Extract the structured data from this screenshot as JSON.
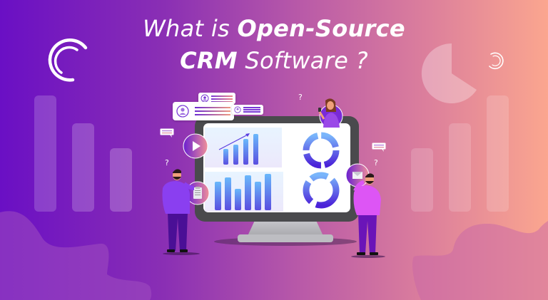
{
  "headline": {
    "line1_light": "What is ",
    "line1_bold": "Open-Source",
    "line2_bold": "CRM",
    "line2_light": " Software ?"
  },
  "decor": {
    "question_mark": "?",
    "left_bars": [
      163,
      124,
      89
    ],
    "right_bars": [
      89,
      124,
      163
    ]
  },
  "monitor": {
    "top_chart_bars": [
      30,
      44,
      52,
      62
    ],
    "bottom_chart_bars": [
      40,
      44,
      30,
      48,
      38,
      50
    ]
  },
  "colors": {
    "gradient_start": "#6a0fc4",
    "gradient_end": "#fba68f",
    "chart_blue": "#6aa9f7",
    "chart_purple": "#5a3ee0",
    "monitor_frame": "#4a4a4d",
    "shirt_left": "#8a3ff0",
    "shirt_right": "#dd55f5",
    "pants": "#4a0f96"
  },
  "icons": {
    "play": "play-icon",
    "clipboard": "clipboard-icon",
    "mail": "mail-icon",
    "chat": "chat-icon",
    "user": "user-icon"
  }
}
